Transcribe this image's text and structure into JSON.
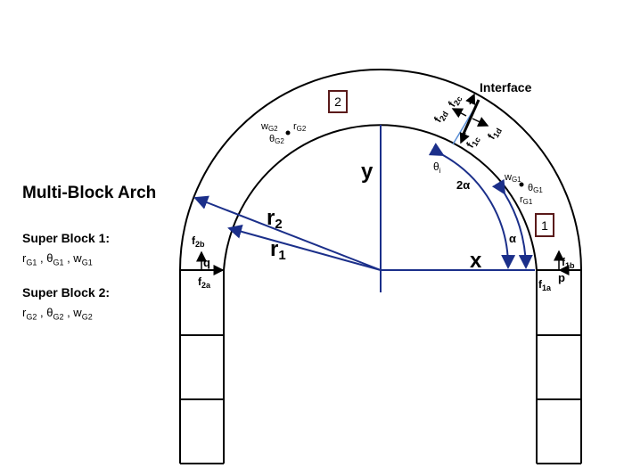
{
  "title": "Multi-Block Arch",
  "super_block_1": {
    "heading": "Super Block 1:",
    "params": [
      "rG1",
      "θG1",
      "wG1"
    ]
  },
  "super_block_2": {
    "heading": "Super Block 2:",
    "params": [
      "rG2",
      "θG2",
      "wG2"
    ]
  },
  "labels": {
    "interface": "Interface",
    "block1": "1",
    "block2": "2",
    "x": "x",
    "y": "y",
    "r1": "r1",
    "r2": "r2",
    "alpha": "α",
    "two_alpha": "2α",
    "theta_i": "θi",
    "p": "p",
    "q": "q",
    "f1a": "f1a",
    "f1b": "f1b",
    "f1c": "f1c",
    "f1d": "f1d",
    "f2a": "f2a",
    "f2b": "f2b",
    "f2c": "f2c",
    "f2d": "f2d",
    "wG1": "wG1",
    "thetaG1": "θG1",
    "rG1": "rG1",
    "wG2": "wG2",
    "thetaG2": "θG2",
    "rG2": "rG2"
  },
  "colors": {
    "structure": "#000000",
    "vectors": "#1b2f8a",
    "interface_line": "#5b8fd6",
    "box_border": "#5a1a1a"
  }
}
